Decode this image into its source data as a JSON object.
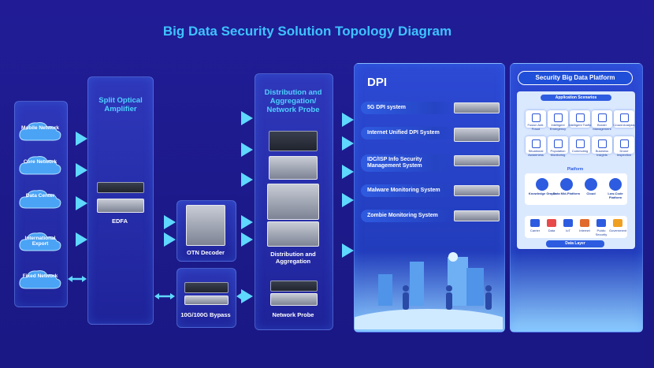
{
  "title": "Big Data Security Solution Topology Diagram",
  "access_networks": [
    "Mobile Network",
    "Core Network",
    "Data Center",
    "International Export",
    "Fixed Network"
  ],
  "amplifier": {
    "title": "Split Optical Amplifier",
    "device_label": "EDFA"
  },
  "otn": {
    "label": "OTN Decoder"
  },
  "bypass": {
    "label": "10G/100G Bypass"
  },
  "distribution": {
    "title": "Distribution and Aggregation/ Network Probe",
    "aggregation_label": "Distribution and Aggregation",
    "probe_label": "Network Probe"
  },
  "dpi": {
    "title": "DPI",
    "systems": [
      "5G DPI system",
      "Internet Unified DPI System",
      "IDC/ISP Info Security Management System",
      "Malware Monitoring System",
      "Zombie Monitoring System"
    ]
  },
  "platform": {
    "title": "Security Big Data Platform",
    "app_scenarios_label": "Application Scenarios",
    "apps": [
      "Fusion Anti-Fraud",
      "Intelligent Emergency",
      "Intelligent Traffic",
      "Border Management",
      "Crowd Analysis",
      "Situational Awareness",
      "Population Monitoring",
      "Commuting",
      "Business Insights",
      "Drone Inspection"
    ],
    "platform_label": "Platform",
    "platforms": [
      "Knowledge Graph",
      "Data Mid-Platform",
      "Cloud",
      "Low-Code Platform"
    ],
    "data_label": "Data Layer",
    "data_sources": [
      "Carrier",
      "Data",
      "IoT",
      "Internet",
      "Public Security",
      "Government"
    ]
  },
  "colors": {
    "background": "#1e1b8e",
    "title": "#3ec3ff",
    "accent": "#4fd0ff",
    "platform_blue": "#1f4fd8"
  }
}
